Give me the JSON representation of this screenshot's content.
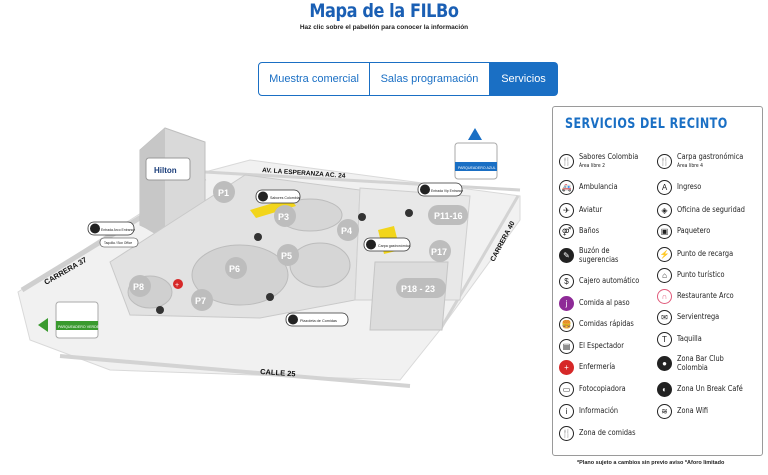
{
  "header": {
    "title": "Mapa de la FILBo",
    "subtitle": "Haz clic sobre el pabellón para conocer la información"
  },
  "tabs": [
    {
      "label": "Muestra comercial",
      "active": false
    },
    {
      "label": "Salas programación",
      "active": false
    },
    {
      "label": "Servicios",
      "active": true
    }
  ],
  "colors": {
    "accent": "#1a6fc4",
    "highlight": "#f2d51b",
    "green": "#3a9a2f",
    "red": "#d62828"
  },
  "map": {
    "streets": {
      "esperanza": "AV. LA ESPERANZA AC. 24",
      "carrera37": "CARRERA 37",
      "carrera40": "CARRERA 40",
      "calle25": "CALLE 25"
    },
    "hotel": "Hilton",
    "pavilions": [
      "P1",
      "P3",
      "P4",
      "P5",
      "P6",
      "P7",
      "P8",
      "P11-16",
      "P17",
      "P18 - 23"
    ],
    "callouts": {
      "sabores": "Sabores Colombia",
      "carpa": "Carpa gastronómica",
      "plazoleta": "Plazoleta de Comidas",
      "entrada_arco": "Entrada Arco Entrance",
      "taquilla": "Taquilla / Box Office",
      "entrada_vip": "Entrada Vip Entrance",
      "parqueadero_azul": "PARQUEADERO AZUL",
      "parqueadero_verde": "PARQUEADERO VERDE"
    }
  },
  "services": {
    "title": "SERVICIOS DEL RECINTO",
    "left": [
      {
        "icon": "food-icon",
        "label": "Sabores Colombia",
        "sub": "Área libre 2"
      },
      {
        "icon": "ambulance-icon",
        "label": "Ambulancia"
      },
      {
        "icon": "plane-icon",
        "label": "Aviatur"
      },
      {
        "icon": "restroom-icon",
        "label": "Baños"
      },
      {
        "icon": "pen-icon",
        "label": "Buzón de sugerencias"
      },
      {
        "icon": "dollar-icon",
        "label": "Cajero automático"
      },
      {
        "icon": "justo-icon",
        "label": "Comida al paso"
      },
      {
        "icon": "fastfood-icon",
        "label": "Comidas rápidas"
      },
      {
        "icon": "newspaper-icon",
        "label": "El Espectador"
      },
      {
        "icon": "cross-icon",
        "label": "Enfermería"
      },
      {
        "icon": "copier-icon",
        "label": "Fotocopiadora"
      },
      {
        "icon": "info-icon",
        "label": "Información"
      },
      {
        "icon": "food-icon",
        "label": "Zona de comidas"
      }
    ],
    "right": [
      {
        "icon": "food-icon",
        "label": "Carpa gastronómica",
        "sub": "Área libre 4"
      },
      {
        "icon": "entry-icon",
        "label": "Ingreso"
      },
      {
        "icon": "security-icon",
        "label": "Oficina de seguridad"
      },
      {
        "icon": "package-icon",
        "label": "Paquetero"
      },
      {
        "icon": "charging-icon",
        "label": "Punto de recarga"
      },
      {
        "icon": "tourist-icon",
        "label": "Punto turístico"
      },
      {
        "icon": "arch-icon",
        "label": "Restaurante Arco"
      },
      {
        "icon": "mail-icon",
        "label": "Servientrega"
      },
      {
        "icon": "ticket-icon",
        "label": "Taquilla"
      },
      {
        "icon": "club-icon",
        "label": "Zona Bar Club Colombia"
      },
      {
        "icon": "break-icon",
        "label": "Zona Un Break Café"
      },
      {
        "icon": "wifi-icon",
        "label": "Zona Wifi"
      }
    ]
  },
  "footnote": "*Plano sujeto a cambios sin previo aviso   *Aforo limitado"
}
